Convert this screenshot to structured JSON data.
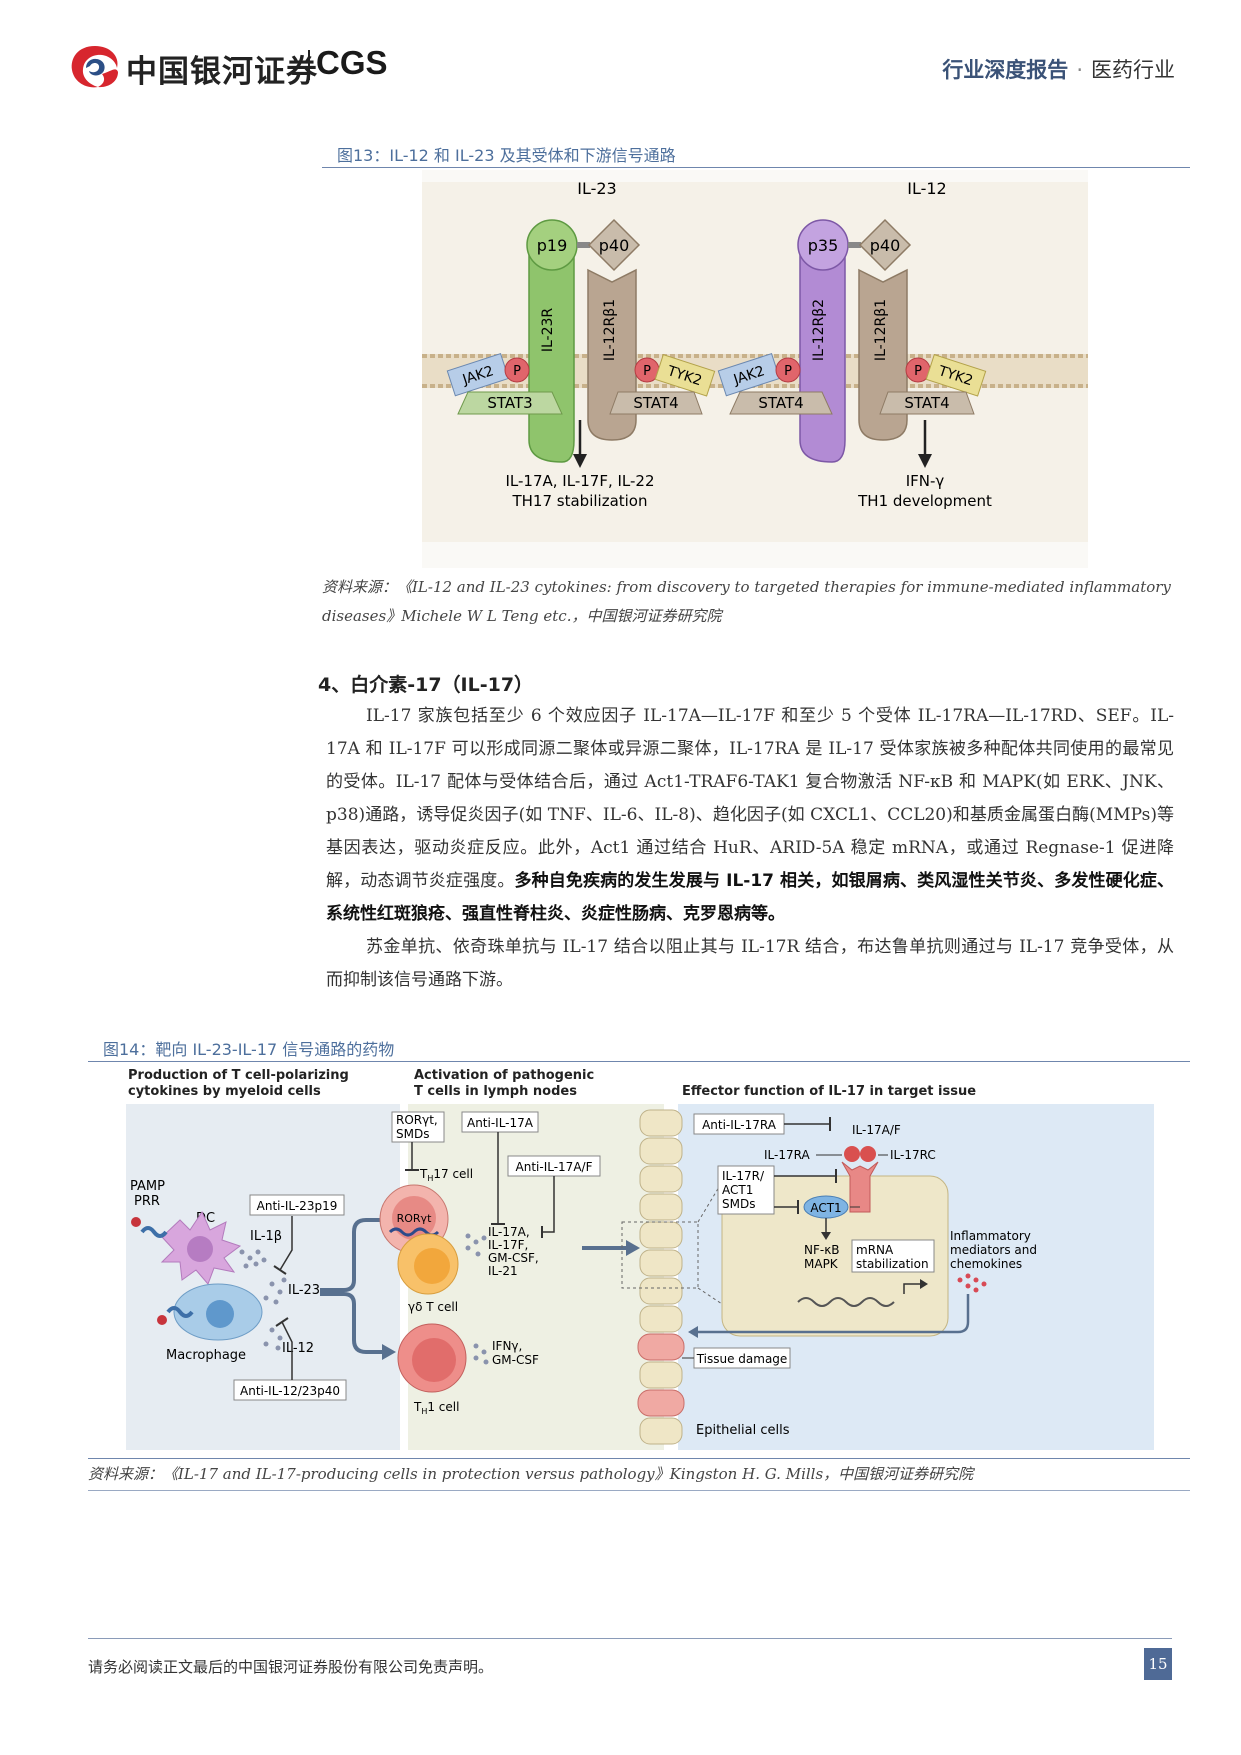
{
  "header": {
    "logo_cn": "中国银河证券",
    "logo_en": "CGS",
    "report_type": "行业深度报告",
    "industry": "医药行业"
  },
  "figure13": {
    "caption": "图13：IL-12 和 IL-23 及其受体和下游信号通路",
    "labels": {
      "il23": "IL-23",
      "il12": "IL-12",
      "p19": "p19",
      "p40": "p40",
      "p35": "p35",
      "il23r": "IL-23R",
      "il12rb1": "IL-12Rβ1",
      "il12rb2": "IL-12Rβ2",
      "jak2": "JAK2",
      "tyk2": "TYK2",
      "p": "P",
      "stat3": "STAT3",
      "stat4": "STAT4",
      "out_left_1": "IL-17A, IL-17F, IL-22",
      "out_left_2": "TH17 stabilization",
      "out_right_1": "IFN-γ",
      "out_right_2": "TH1 development"
    },
    "source_1": "资料来源：《IL-12 and IL-23 cytokines: from discovery to targeted therapies for immune-mediated inflammatory",
    "source_2": "diseases》Michele W L Teng etc.，中国银河证券研究院"
  },
  "section": {
    "heading": "4、白介素-17（IL-17）",
    "p1_a": "IL-17 家族包括至少 6 个效应因子 IL-17A—IL-17F 和至少 5 个受体 IL-17RA—IL-17RD、SEF。IL-17A 和 IL-17F 可以形成同源二聚体或异源二聚体，IL-17RA 是 IL-17 受体家族被多种配体共同使用的最常见的受体。IL-17 配体与受体结合后，通过 Act1-TRAF6-TAK1 复合物激活 NF-κB 和 MAPK(如 ERK、JNK、p38)通路，诱导促炎因子(如 TNF、IL-6、IL-8)、趋化因子(如 CXCL1、CCL20)和基质金属蛋白酶(MMPs)等基因表达，驱动炎症反应。此外，Act1 通过结合 HuR、ARID-5A 稳定 mRNA，或通过 Regnase-1 促进降解，动态调节炎症强度。",
    "p1_bold": "多种自免疾病的发生发展与 IL-17 相关，如银屑病、类风湿性关节炎、多发性硬化症、系统性红斑狼疮、强直性脊柱炎、炎症性肠病、克罗恩病等。",
    "p2": "苏金单抗、依奇珠单抗与 IL-17 结合以阻止其与 IL-17R 结合，布达鲁单抗则通过与 IL-17 竞争受体，从而抑制该信号通路下游。"
  },
  "figure14": {
    "caption": "图14：靶向 IL-23-IL-17 信号通路的药物",
    "labels": {
      "panel1_title_1": "Production of T cell-polarizing",
      "panel1_title_2": "cytokines by myeloid cells",
      "panel2_title_1": "Activation of pathogenic",
      "panel2_title_2": "T cells in lymph nodes",
      "panel3_title": "Effector function of IL-17 in target issue",
      "pamp": "PAMP",
      "prr": "PRR",
      "dc": "DC",
      "il1b": "IL-1β",
      "il23": "IL-23",
      "il12": "IL-12",
      "macrophage": "Macrophage",
      "anti_il23p19": "Anti-IL-23p19",
      "anti_il12_23p40": "Anti-IL-12/23p40",
      "rorgt_smds_1": "RORγt,",
      "rorgt_smds_2": "SMDs",
      "anti_il17a": "Anti-IL-17A",
      "th17_cell": "TH17 cell",
      "anti_il17af": "Anti-IL-17A/F",
      "rorgt": "RORγt",
      "cytokines_1": "IL-17A,",
      "cytokines_2": "IL-17F,",
      "cytokines_3": "GM-CSF,",
      "cytokines_4": "IL-21",
      "gd_t_cell": "γδ T cell",
      "ifng_1": "IFNγ,",
      "ifng_2": "GM-CSF",
      "th1_cell": "TH1 cell",
      "anti_il17ra": "Anti-IL-17RA",
      "il17af": "IL-17A/F",
      "il17ra": "IL-17RA",
      "il17rc": "IL-17RC",
      "il17r_act1_1": "IL-17R/",
      "il17r_act1_2": "ACT1",
      "il17r_act1_3": "SMDs",
      "act1": "ACT1",
      "nfkb": "NF-κB",
      "mapk": "MAPK",
      "mrna_1": "mRNA",
      "mrna_2": "stabilization",
      "inflam_1": "Inflammatory",
      "inflam_2": "mediators and",
      "inflam_3": "chemokines",
      "tissue_damage": "Tissue damage",
      "epithelial": "Epithelial cells"
    },
    "source": "资料来源：《IL-17 and IL-17-producing cells in protection versus pathology》Kingston H. G. Mills，中国银河证券研究院"
  },
  "footer": {
    "disclaimer": "请务必阅读正文最后的中国银河证券股份有限公司免责声明。",
    "page": "15"
  },
  "colors": {
    "brand_red": "#d7262e",
    "brand_blue": "#2c4f86",
    "caption_blue": "#4d6f9c",
    "il23r_green": "#8fc46c",
    "il12rb2_purple": "#b28bd4",
    "receptor_brown": "#b9a591"
  }
}
